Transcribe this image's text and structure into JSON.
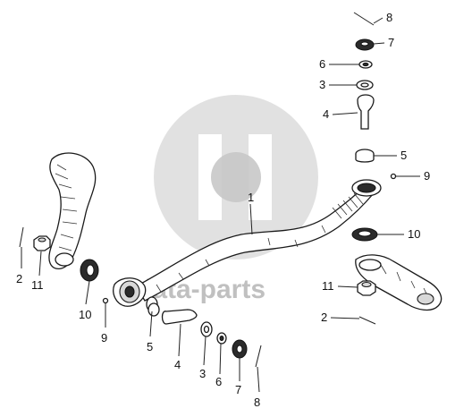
{
  "watermark": {
    "text": "data-parts",
    "logo": "gd-logo-watermark"
  },
  "callouts": [
    {
      "id": "c1",
      "label": "1"
    },
    {
      "id": "c2r",
      "label": "2"
    },
    {
      "id": "c3r",
      "label": "3"
    },
    {
      "id": "c4r",
      "label": "4"
    },
    {
      "id": "c5r",
      "label": "5"
    },
    {
      "id": "c6r",
      "label": "6"
    },
    {
      "id": "c7r",
      "label": "7"
    },
    {
      "id": "c8r",
      "label": "8"
    },
    {
      "id": "c9r",
      "label": "9"
    },
    {
      "id": "c10r",
      "label": "10"
    },
    {
      "id": "c11r",
      "label": "11"
    },
    {
      "id": "c2l",
      "label": "2"
    },
    {
      "id": "c11l",
      "label": "11"
    },
    {
      "id": "c10l",
      "label": "10"
    },
    {
      "id": "c9l",
      "label": "9"
    },
    {
      "id": "c5l",
      "label": "5"
    },
    {
      "id": "c4l",
      "label": "4"
    },
    {
      "id": "c3l",
      "label": "3"
    },
    {
      "id": "c6l",
      "label": "6"
    },
    {
      "id": "c7l",
      "label": "7"
    },
    {
      "id": "c8l",
      "label": "8"
    }
  ]
}
